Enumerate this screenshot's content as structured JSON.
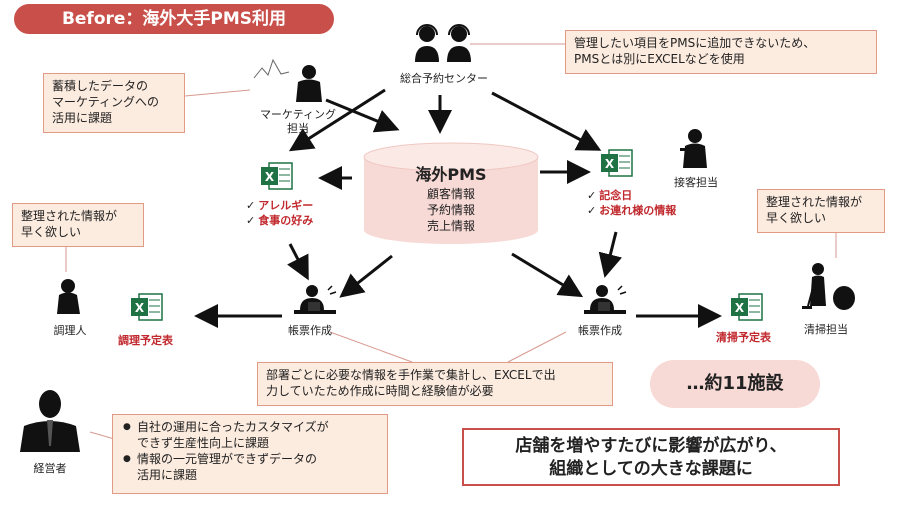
{
  "title": "Before：海外大手PMS利用",
  "center": {
    "title": "海外PMS",
    "items": [
      "顧客情報",
      "予約情報",
      "売上情報"
    ]
  },
  "nodes": {
    "call_center": "総合予約センター",
    "marketing_1": "マーケティング",
    "marketing_2": "担当",
    "reception": "接客担当",
    "cook": "調理人",
    "cleaner": "清掃担当",
    "form_left": "帳票作成",
    "form_right": "帳票作成",
    "executive": "経営者"
  },
  "checks_left": [
    "アレルギー",
    "食事の好み"
  ],
  "checks_right": [
    "記念日",
    "お連れ様の情報"
  ],
  "sheets": {
    "cook_schedule": "調理予定表",
    "clean_schedule": "清掃予定表"
  },
  "notes": {
    "call_center": [
      "管理したい項目をPMSに追加できないため、",
      "PMSとは別にEXCELなどを使用"
    ],
    "marketing": [
      "蓄積したデータの",
      "マーケティングへの",
      "活用に課題"
    ],
    "cook": [
      "整理された情報が",
      "早く欲しい"
    ],
    "cleaner": [
      "整理された情報が",
      "早く欲しい"
    ],
    "form": [
      "部署ごとに必要な情報を手作業で集計し、EXCELで出",
      "力していたため作成に時間と経験値が必要"
    ],
    "executive": [
      "自社の運用に合ったカスタマイズが",
      "できず生産性向上に課題",
      "情報の一元管理ができずデータの",
      "活用に課題"
    ]
  },
  "count": "…約11施設",
  "conclusion": [
    "店舗を増やすたびに影響が広がり、",
    "組織としての大きな課題に"
  ],
  "colors": {
    "accent": "#c9504a",
    "note_bg": "#fcebdf",
    "excel": "#1f7244"
  }
}
